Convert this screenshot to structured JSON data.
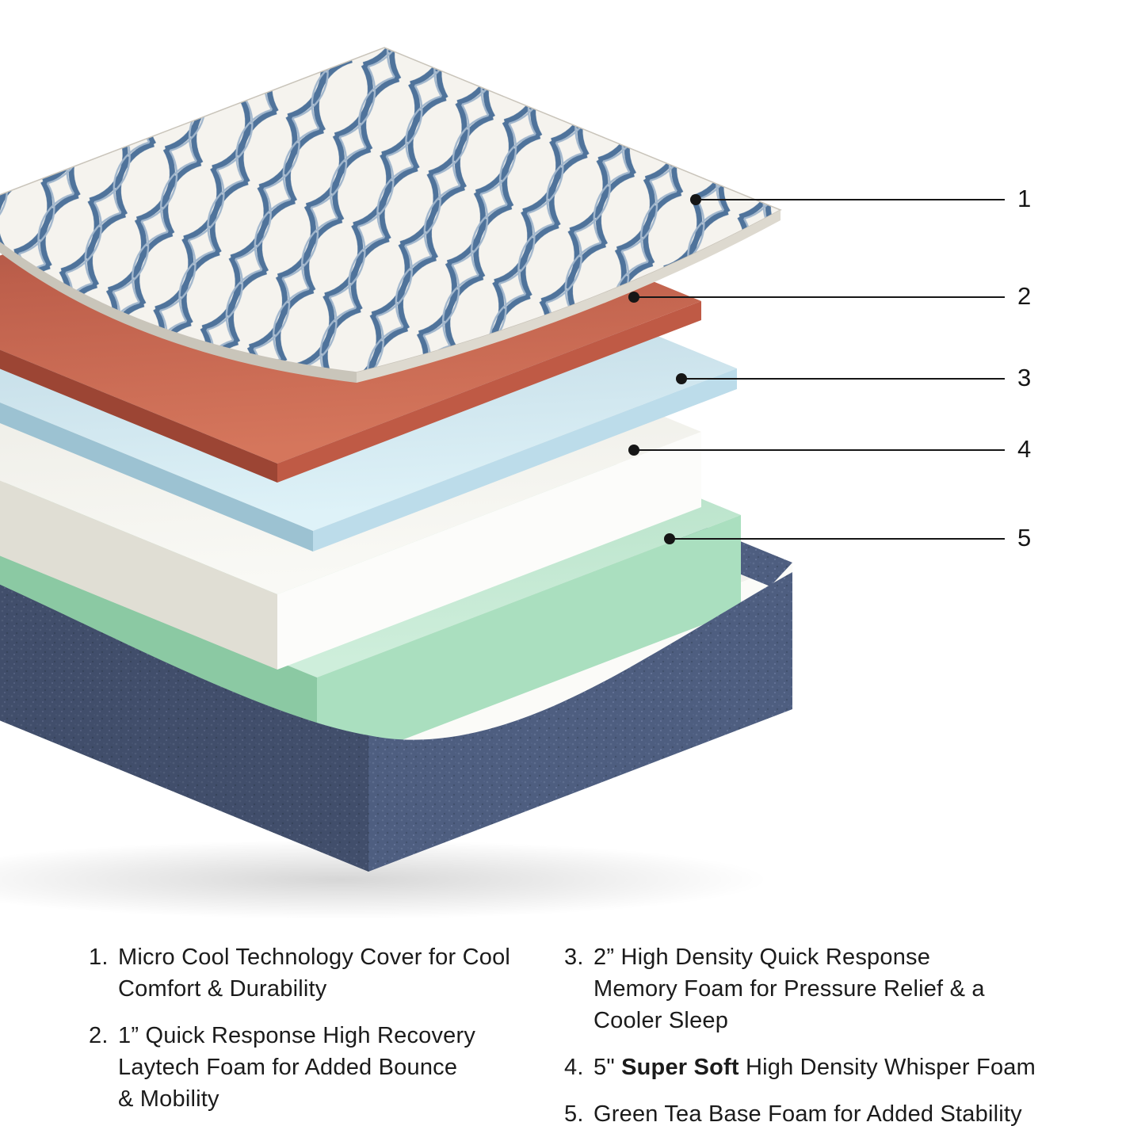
{
  "diagram": {
    "callouts": [
      {
        "number": "1"
      },
      {
        "number": "2"
      },
      {
        "number": "3"
      },
      {
        "number": "4"
      },
      {
        "number": "5"
      }
    ],
    "colors": {
      "cover_pattern_blue": "#4f739b",
      "layer2_foam": "#cc6752",
      "layer3_foam": "#cfe6f0",
      "layer4_foam": "#f3f2ec",
      "layer5_foam": "#b9e5ca",
      "base_fabric": "#4e5e80",
      "callout_ink": "#161616"
    }
  },
  "legend": {
    "left": [
      {
        "num": "1.",
        "lines": [
          "Micro Cool Technology Cover for Cool",
          "Comfort & Durability"
        ]
      },
      {
        "num": "2.",
        "lines": [
          "1” Quick Response High Recovery",
          "Laytech Foam for Added Bounce",
          "& Mobility"
        ]
      }
    ],
    "right": [
      {
        "num": "3.",
        "lines": [
          "2” High Density Quick Response",
          "Memory Foam for Pressure Relief & a",
          "Cooler Sleep"
        ]
      },
      {
        "num": "4.",
        "prefix": "5\" ",
        "bold": "Super Soft",
        "suffix": " High Density Whisper Foam"
      },
      {
        "num": "5.",
        "lines": [
          "Green Tea Base Foam for Added Stability"
        ]
      }
    ]
  }
}
